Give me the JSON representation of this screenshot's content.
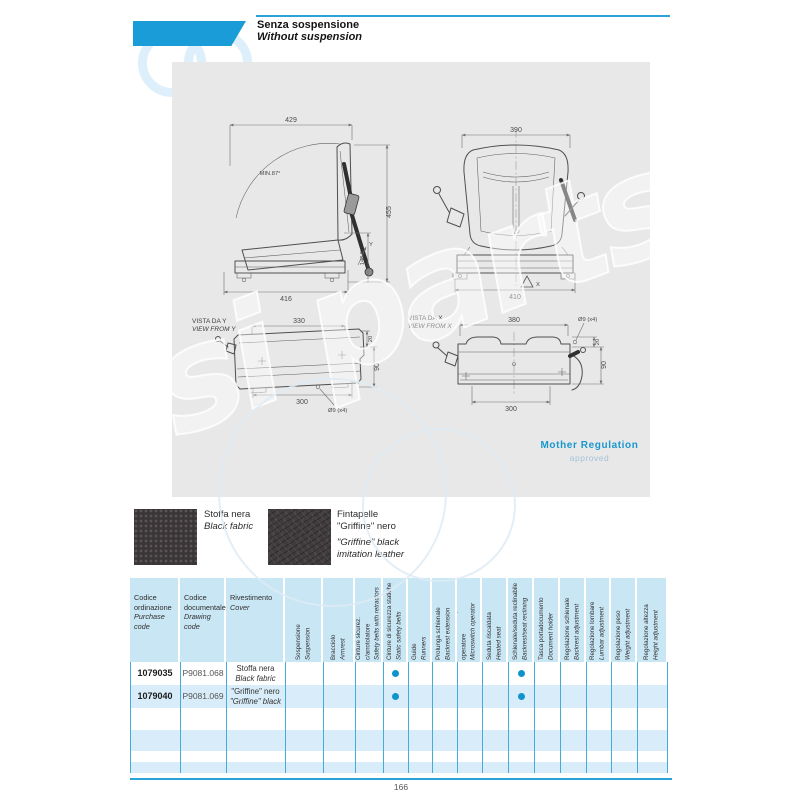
{
  "header": {
    "title_it": "Senza sospensione",
    "title_en": "Without suspension"
  },
  "drawing": {
    "watermark": "si parts",
    "regulation_line1": "Mother Regulation",
    "regulation_line2": "approved",
    "side_view": {
      "dim_top": "429",
      "dim_right": "455",
      "dim_inner": "146.5",
      "dim_bottom": "416",
      "angle": "MIN.87°",
      "axis_label": "Y"
    },
    "front_view": {
      "dim_top": "390",
      "dim_bottom": "410",
      "axis_label": "X"
    },
    "view_y": {
      "label_it": "VISTA DA Y",
      "label_en": "VIEW FROM Y",
      "dim_top": "330",
      "dim_right_small": "20",
      "dim_right": "90",
      "dim_bottom": "300",
      "holes": "Ø9 (x4)"
    },
    "view_x": {
      "label_it": "VISTA DA X",
      "label_en": "VIEW FROM X",
      "dim_top": "380",
      "dim_right_small": "20",
      "dim_right": "90",
      "dim_bottom": "300",
      "holes": "Ø9 (x4)"
    }
  },
  "swatches": [
    {
      "lines": [
        "Stoffa nera"
      ],
      "lines_italic": [
        "Black fabric"
      ]
    },
    {
      "lines": [
        "Fintapelle",
        "\"Griffine\" nero"
      ],
      "lines_italic": [
        "\"Griffine\" black",
        "imitation leather"
      ]
    }
  ],
  "table": {
    "wide_headers": [
      {
        "it": [
          "Codice",
          "ordinazione"
        ],
        "en": [
          "Purchase",
          "code"
        ]
      },
      {
        "it": [
          "Codice",
          "documentale"
        ],
        "en": [
          "Drawing",
          "code"
        ]
      },
      {
        "it": [
          "Rivestimento"
        ],
        "en": [
          "Cover"
        ]
      }
    ],
    "feature_headers": [
      {
        "it": "Sospensione",
        "en": "Suspension"
      },
      {
        "it": "Bracciolo",
        "en": "Armrest"
      },
      {
        "it": "Cinture sicurez. c/arrotolatore",
        "en": "Safety belts with retractors"
      },
      {
        "it": "Cinture di sicurezza statiche",
        "en": "Static safety belts"
      },
      {
        "it": "Guide",
        "en": "Runners"
      },
      {
        "it": "Prolunga schienale",
        "en": "Backrest extension"
      },
      {
        "it": "Microinterruttore presenza operatore",
        "en": "Microswitch operator presence"
      },
      {
        "it": "Seduta riscaldata",
        "en": "Heated seat"
      },
      {
        "it": "Schienale/seduta reclinabile",
        "en": "Backrest/seat reclining"
      },
      {
        "it": "Tasca portadocumento",
        "en": "Document holder"
      },
      {
        "it": "Regolazione schienale",
        "en": "Backrest adjustment"
      },
      {
        "it": "Regolazione lombare",
        "en": "Lumbar adjustment"
      },
      {
        "it": "Regolazione peso",
        "en": "Weight adjustment"
      },
      {
        "it": "Regolazione altezza",
        "en": "Height adjustment"
      }
    ],
    "rows": [
      {
        "purchase_code": "1079035",
        "drawing_code": "P9081.068",
        "cover_it": "Stoffa nera",
        "cover_en": "Black fabric",
        "features": [
          0,
          0,
          0,
          1,
          0,
          0,
          0,
          0,
          1,
          0,
          0,
          0,
          0,
          0
        ]
      },
      {
        "purchase_code": "1079040",
        "drawing_code": "P9081.069",
        "cover_it": "\"Griffine\" nero",
        "cover_en": "\"Griffine\" black",
        "features": [
          0,
          0,
          0,
          1,
          0,
          0,
          0,
          0,
          1,
          0,
          0,
          0,
          0,
          0
        ]
      }
    ]
  },
  "page_number": "166",
  "colors": {
    "accent": "#1a9cd8",
    "header_cell": "#c9e6f4",
    "band": "#d8edf9",
    "line": "#44abdb",
    "dot": "#0e93cd",
    "panel": "#e8e8e8"
  }
}
